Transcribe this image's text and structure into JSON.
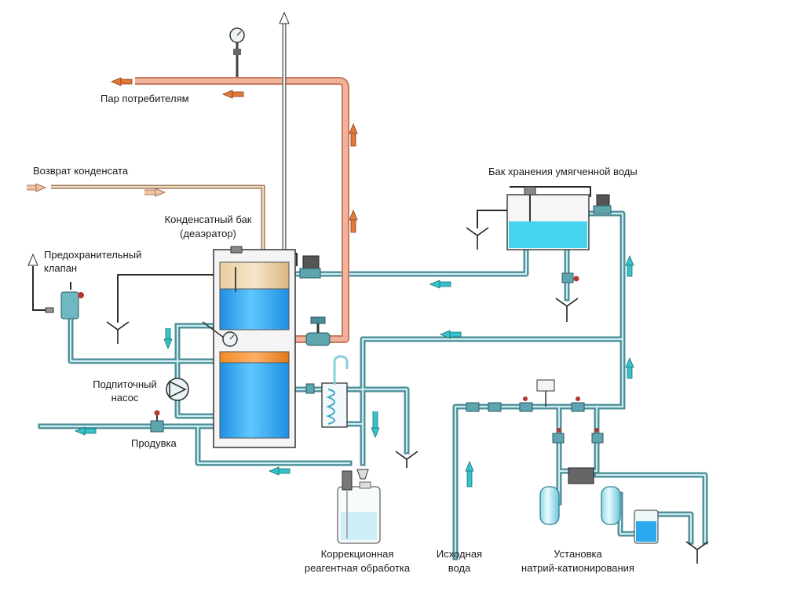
{
  "labels": {
    "steam": "Пар потребителям",
    "condensate_return": "Возврат конденсата",
    "condensate_tank_1": "Конденсатный бак",
    "condensate_tank_2": "(деаэратор)",
    "safety_valve_1": "Предохранительный",
    "safety_valve_2": "клапан",
    "softened_tank": "Бак хранения умягченной воды",
    "feed_pump_1": "Подпиточный",
    "feed_pump_2": "насос",
    "blowdown": "Продувка",
    "reagent_1": "Коррекционная",
    "reagent_2": "реагентная обработка",
    "source_water_1": "Исходная",
    "source_water_2": "вода",
    "softener_1": "Установка",
    "softener_2": "натрий-катионирования"
  },
  "colors": {
    "water_pipe": "#4e8f98",
    "steam_pipe": "#e59a7e",
    "condensate_pipe": "#c8a882",
    "water_fill": "#2aa9ee",
    "arrow_water": "#33c3c8",
    "arrow_steam": "#e07a3a",
    "arrow_condensate": "#f3c4a4"
  }
}
